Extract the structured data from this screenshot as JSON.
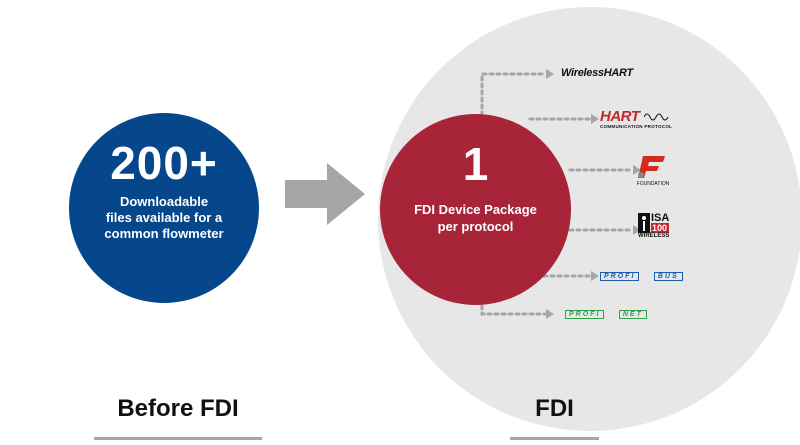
{
  "left": {
    "number": "200+",
    "caption_line1": "Downloadable",
    "caption_line2": "files available for a",
    "caption_line3": "common flowmeter",
    "footer_label": "Before FDI"
  },
  "right": {
    "number": "1",
    "caption_line1": "FDI Device Package",
    "caption_line2": "per protocol",
    "footer_label": "FDI"
  },
  "protocols": {
    "wirelesshart": "WirelessHART",
    "hart": "HART",
    "hart_sub": "COMMUNICATION PROTOCOL",
    "foundation_sub": "FOUNDATION",
    "isa_top": "ISA",
    "isa_num": "100",
    "isa_sub": "WIRELESS",
    "profibus_top": "PROFI",
    "profibus_bottom": "BUS",
    "profinet_top": "PROFI",
    "profinet_bottom": "NET"
  },
  "colors": {
    "blue": "#05478a",
    "red": "#a72439",
    "grey": "#e7e7e7",
    "arrow": "#a6a6a6",
    "profibus": "#1a5cad",
    "profinet": "#2aa34a"
  }
}
